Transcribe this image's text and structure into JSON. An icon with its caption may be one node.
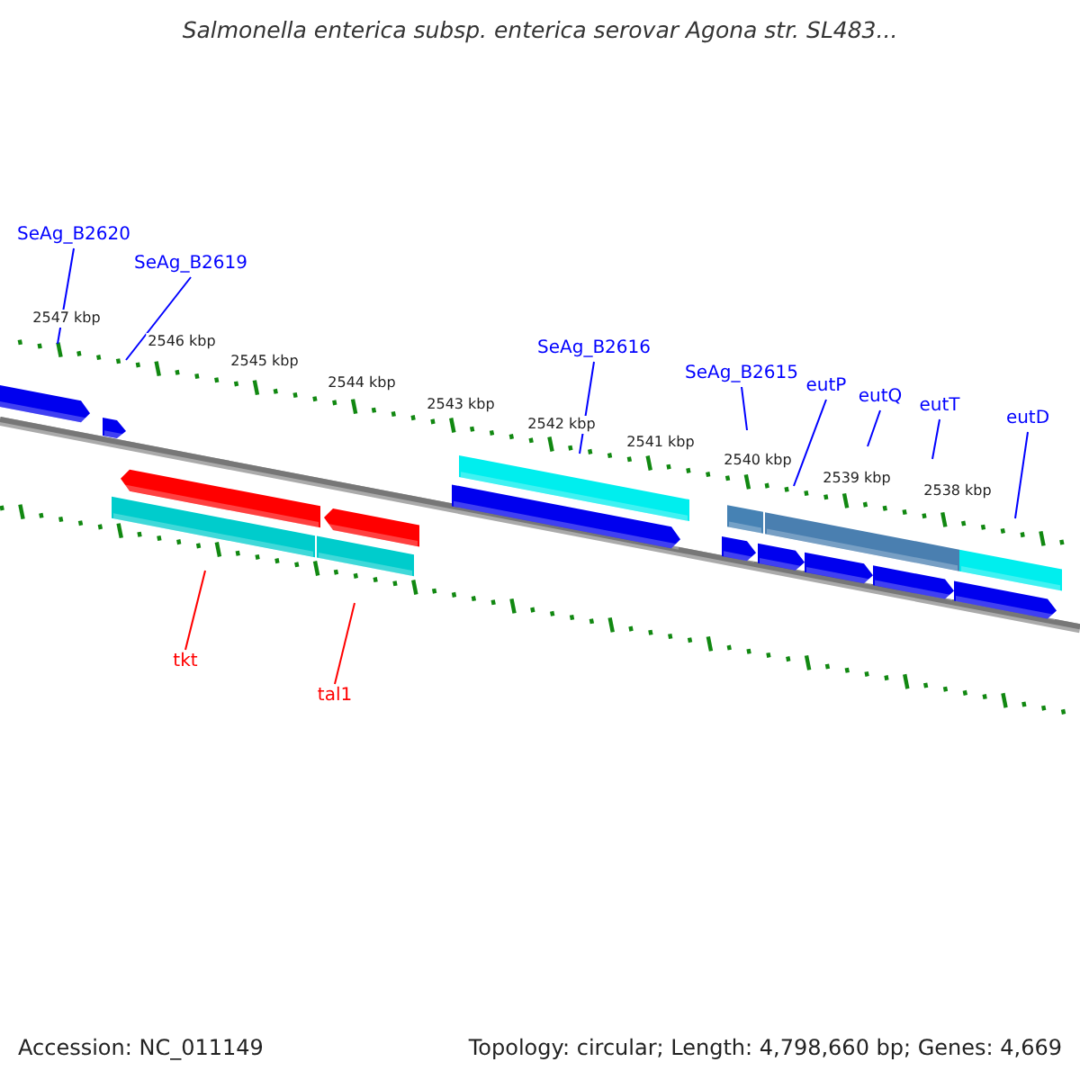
{
  "diagram": {
    "title": "Salmonella enterica subsp. enterica serovar Agona str. SL483...",
    "nodes": [
      {
        "text": [
          "SeAg_B2620"
        ]
      },
      {
        "text": [
          "SeAg_B2619"
        ]
      },
      {
        "text": [
          "SeAg_B2616"
        ]
      },
      {
        "text": [
          "SeAg_B2615"
        ]
      },
      {
        "text": [
          "eutP"
        ]
      },
      {
        "text": [
          "eutQ"
        ]
      },
      {
        "text": [
          "eutT"
        ]
      },
      {
        "text": [
          "eutD"
        ]
      },
      {
        "text": [
          "tkt"
        ]
      },
      {
        "text": [
          "tal1"
        ]
      }
    ],
    "edges": [
      {
        "from": 0,
        "to": null,
        "arrow": "none"
      },
      {
        "from": 1,
        "to": null,
        "arrow": "none"
      },
      {
        "from": 2,
        "to": null,
        "arrow": "none"
      },
      {
        "from": 3,
        "to": null,
        "arrow": "none"
      },
      {
        "from": 4,
        "to": null,
        "arrow": "none"
      },
      {
        "from": 5,
        "to": null,
        "arrow": "none"
      },
      {
        "from": 6,
        "to": null,
        "arrow": "none"
      },
      {
        "from": 7,
        "to": null,
        "arrow": "none"
      },
      {
        "from": 8,
        "to": null,
        "arrow": "none",
        "color": "#ff0000"
      },
      {
        "from": 9,
        "to": null,
        "arrow": "none",
        "color": "#ff0000"
      }
    ],
    "labels": [
      "2547 kbp",
      "2546 kbp",
      "2545 kbp",
      "2544 kbp",
      "2543 kbp",
      "2542 kbp",
      "2541 kbp",
      "2540 kbp",
      "2539 kbp",
      "2538 kbp",
      "Accession: NC_011149",
      "Topology: circular; Length: 4,798,660 bp; Genes: 4,669"
    ]
  }
}
